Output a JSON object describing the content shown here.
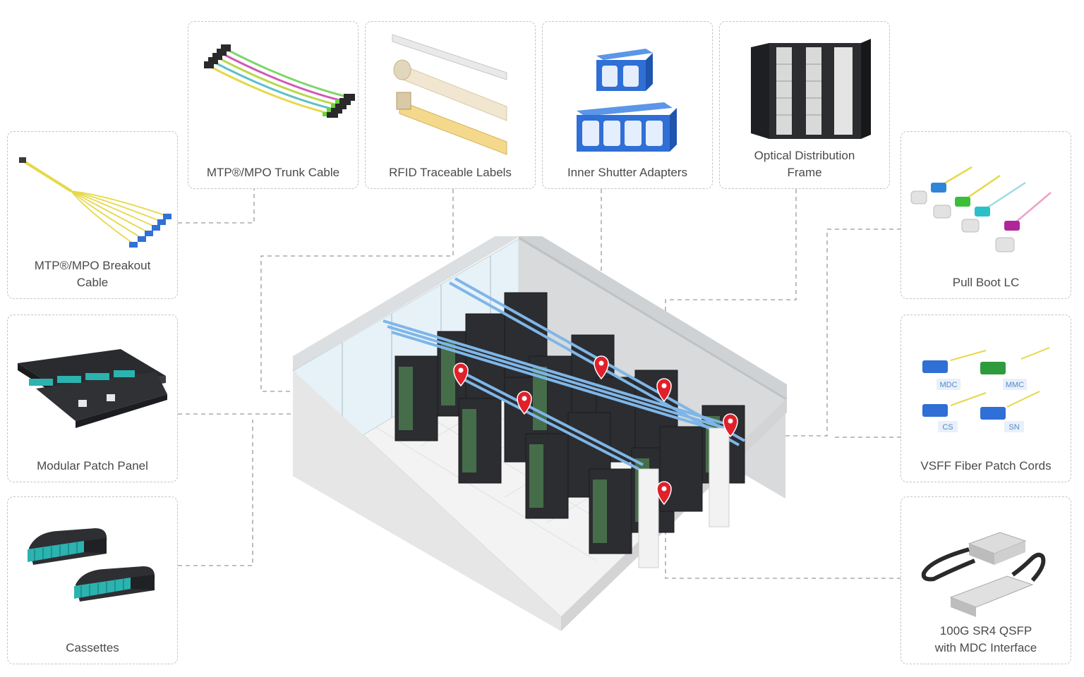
{
  "products": [
    {
      "id": "trunk",
      "label": "MTP®/MPO Trunk Cable",
      "icon": "trunk-cable-icon"
    },
    {
      "id": "rfid",
      "label": "RFID Traceable Labels",
      "icon": "rfid-label-icon"
    },
    {
      "id": "shutter",
      "label": "Inner Shutter Adapters",
      "icon": "shutter-adapter-icon"
    },
    {
      "id": "odf",
      "label": "Optical Distribution\nFrame",
      "icon": "distribution-frame-icon"
    },
    {
      "id": "breakout",
      "label": "MTP®/MPO Breakout\nCable",
      "icon": "breakout-cable-icon"
    },
    {
      "id": "panel",
      "label": "Modular Patch Panel",
      "icon": "patch-panel-icon"
    },
    {
      "id": "cassettes",
      "label": "Cassettes",
      "icon": "cassette-icon"
    },
    {
      "id": "pullboot",
      "label": "Pull Boot LC",
      "icon": "pull-boot-lc-icon"
    },
    {
      "id": "vsff",
      "label": "VSFF Fiber Patch Cords",
      "icon": "vsff-patch-cord-icon"
    },
    {
      "id": "qsfp",
      "label": "100G SR4 QSFP\nwith MDC Interface",
      "icon": "qsfp-transceiver-icon"
    }
  ],
  "vsff_tags": [
    "MDC",
    "MMC",
    "CS",
    "SN"
  ],
  "colors": {
    "border": "#c4c4c4",
    "label": "#4a4a4a",
    "pin": "#e0202a",
    "tray": "#7fb6e8",
    "rack": "#2b2d31",
    "adapter_blue": "#2f6fd6",
    "aqua": "#2bb3b0"
  }
}
